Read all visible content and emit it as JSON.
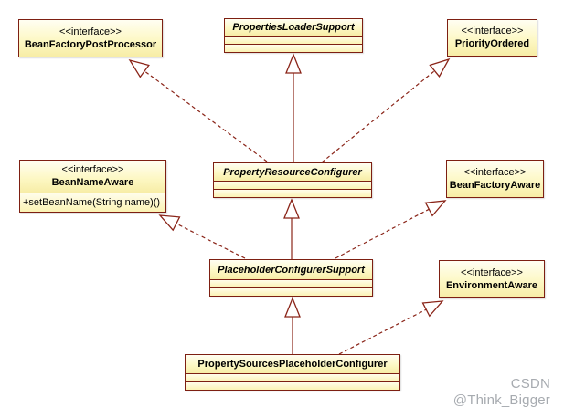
{
  "diagram_type": "uml-class-diagram",
  "classes": {
    "beanFactoryPostProcessor": {
      "stereotype": "<<interface>>",
      "name": "BeanFactoryPostProcessor",
      "kind": "interface"
    },
    "propertiesLoaderSupport": {
      "name": "PropertiesLoaderSupport",
      "kind": "abstract-class"
    },
    "priorityOrdered": {
      "stereotype": "<<interface>>",
      "name": "PriorityOrdered",
      "kind": "interface"
    },
    "beanNameAware": {
      "stereotype": "<<interface>>",
      "name": "BeanNameAware",
      "kind": "interface",
      "methods": [
        "+setBeanName(String name)()"
      ]
    },
    "propertyResourceConfigurer": {
      "name": "PropertyResourceConfigurer",
      "kind": "abstract-class"
    },
    "beanFactoryAware": {
      "stereotype": "<<interface>>",
      "name": "BeanFactoryAware",
      "kind": "interface"
    },
    "placeholderConfigurerSupport": {
      "name": "PlaceholderConfigurerSupport",
      "kind": "abstract-class"
    },
    "environmentAware": {
      "stereotype": "<<interface>>",
      "name": "EnvironmentAware",
      "kind": "interface"
    },
    "propertySourcesPlaceholderConfigurer": {
      "name": "PropertySourcesPlaceholderConfigurer",
      "kind": "class"
    }
  },
  "relations": [
    {
      "from": "PropertyResourceConfigurer",
      "to": "PropertiesLoaderSupport",
      "type": "generalization",
      "line": "solid"
    },
    {
      "from": "PropertyResourceConfigurer",
      "to": "BeanFactoryPostProcessor",
      "type": "realization",
      "line": "dashed"
    },
    {
      "from": "PropertyResourceConfigurer",
      "to": "PriorityOrdered",
      "type": "realization",
      "line": "dashed"
    },
    {
      "from": "PlaceholderConfigurerSupport",
      "to": "PropertyResourceConfigurer",
      "type": "generalization",
      "line": "solid"
    },
    {
      "from": "PlaceholderConfigurerSupport",
      "to": "BeanNameAware",
      "type": "realization",
      "line": "dashed"
    },
    {
      "from": "PlaceholderConfigurerSupport",
      "to": "BeanFactoryAware",
      "type": "realization",
      "line": "dashed"
    },
    {
      "from": "PropertySourcesPlaceholderConfigurer",
      "to": "PlaceholderConfigurerSupport",
      "type": "generalization",
      "line": "solid"
    },
    {
      "from": "PropertySourcesPlaceholderConfigurer",
      "to": "EnvironmentAware",
      "type": "realization",
      "line": "dashed"
    }
  ],
  "watermark": "CSDN @Think_Bigger",
  "colors": {
    "background": "#ffffff",
    "box_fill": "#fdf8c5",
    "box_fill_highlight": "#fffef2",
    "border": "#7d1f12",
    "line": "#8a2418",
    "text": "#000000",
    "watermark": "#a7abb0"
  }
}
